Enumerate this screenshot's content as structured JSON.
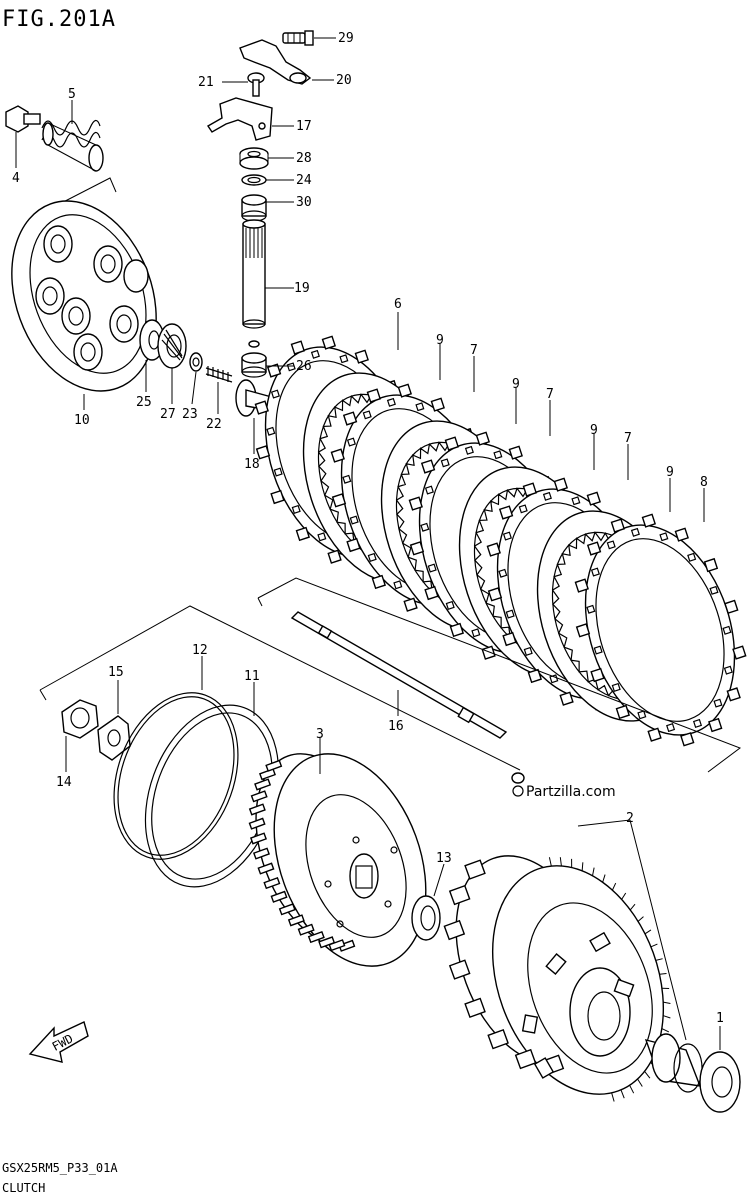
{
  "figure": {
    "title": "FIG.201A",
    "footer_code": "GSX25RM5_P33_01A",
    "footer_name": "CLUTCH",
    "watermark": "Partzilla.com",
    "fwd_label": "FWD"
  },
  "callouts": [
    {
      "id": "c29",
      "text": "29"
    },
    {
      "id": "c20",
      "text": "20"
    },
    {
      "id": "c21",
      "text": "21"
    },
    {
      "id": "c17",
      "text": "17"
    },
    {
      "id": "c28",
      "text": "28"
    },
    {
      "id": "c24",
      "text": "24"
    },
    {
      "id": "c30",
      "text": "30"
    },
    {
      "id": "c19",
      "text": "19"
    },
    {
      "id": "c26",
      "text": "26"
    },
    {
      "id": "c5",
      "text": "5"
    },
    {
      "id": "c4",
      "text": "4"
    },
    {
      "id": "c10",
      "text": "10"
    },
    {
      "id": "c25",
      "text": "25"
    },
    {
      "id": "c27",
      "text": "27"
    },
    {
      "id": "c23",
      "text": "23"
    },
    {
      "id": "c22",
      "text": "22"
    },
    {
      "id": "c18",
      "text": "18"
    },
    {
      "id": "c6",
      "text": "6"
    },
    {
      "id": "c9a",
      "text": "9"
    },
    {
      "id": "c7a",
      "text": "7"
    },
    {
      "id": "c9b",
      "text": "9"
    },
    {
      "id": "c7b",
      "text": "7"
    },
    {
      "id": "c9c",
      "text": "9"
    },
    {
      "id": "c7c",
      "text": "7"
    },
    {
      "id": "c9d",
      "text": "9"
    },
    {
      "id": "c8",
      "text": "8"
    },
    {
      "id": "c12",
      "text": "12"
    },
    {
      "id": "c11",
      "text": "11"
    },
    {
      "id": "c15",
      "text": "15"
    },
    {
      "id": "c14",
      "text": "14"
    },
    {
      "id": "c16",
      "text": "16"
    },
    {
      "id": "c3",
      "text": "3"
    },
    {
      "id": "c13",
      "text": "13"
    },
    {
      "id": "c2",
      "text": "2"
    },
    {
      "id": "c1",
      "text": "1"
    }
  ]
}
